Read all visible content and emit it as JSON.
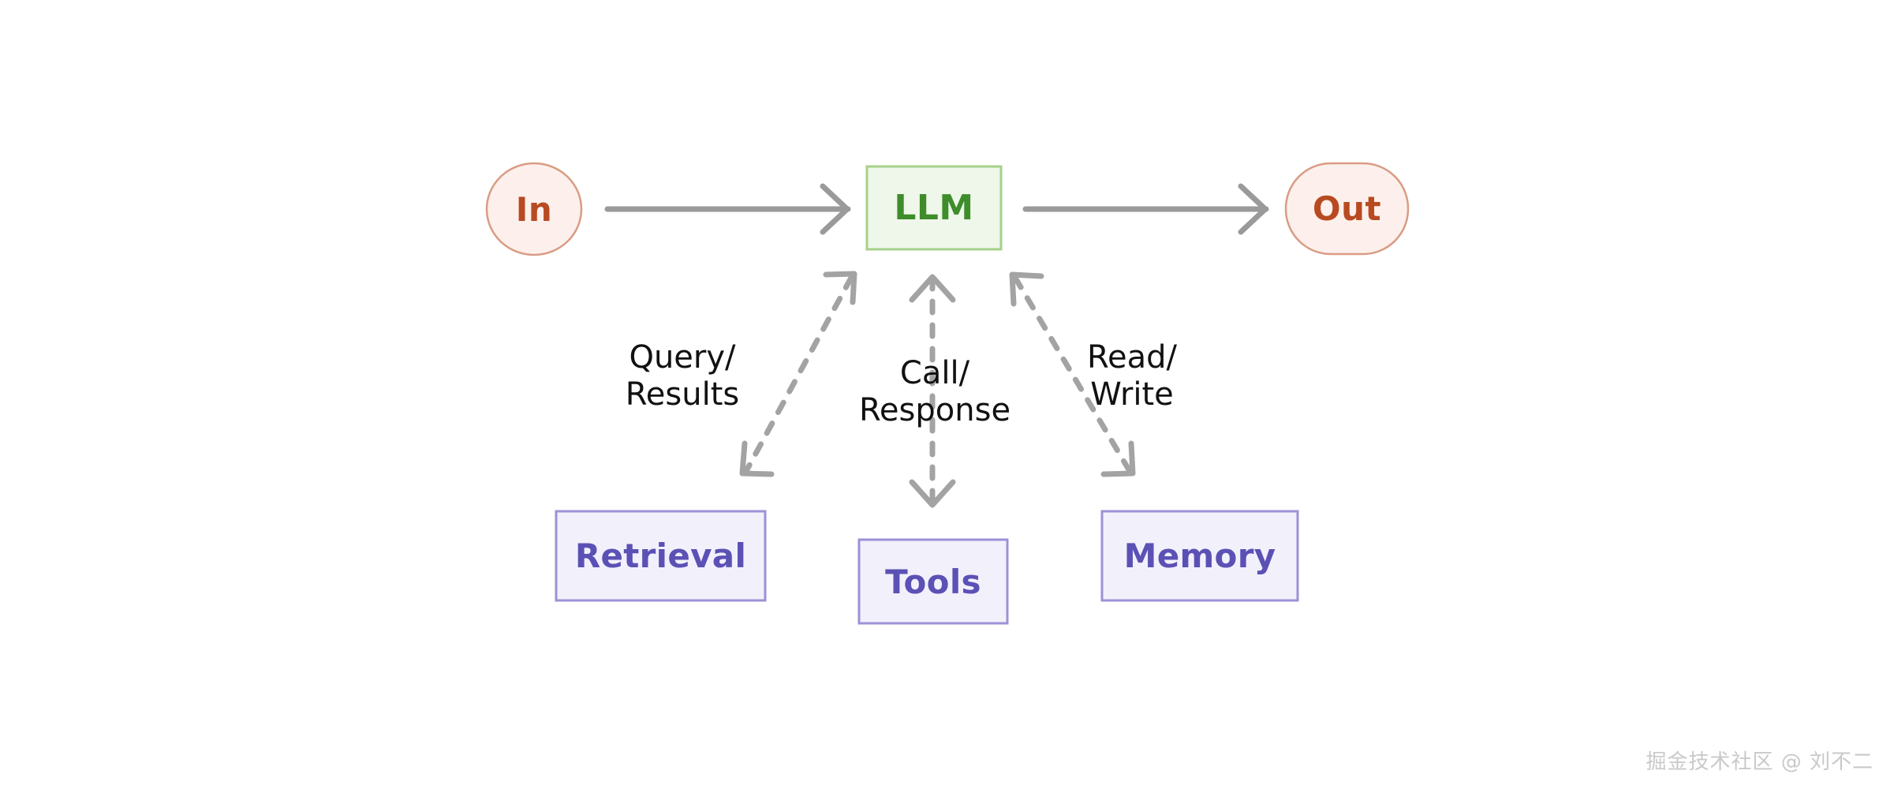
{
  "diagram": {
    "title": "LLM agent architecture",
    "background_color": "#ffffff",
    "nodes": {
      "input": {
        "label": "In",
        "shape": "ellipse",
        "fill": "#fdf0ec",
        "stroke": "#d99c84",
        "text_color": "#b84a22"
      },
      "llm": {
        "label": "LLM",
        "shape": "rectangle",
        "fill": "#eef7e9",
        "stroke": "#a6d18a",
        "text_color": "#3f8c2b"
      },
      "output": {
        "label": "Out",
        "shape": "stadium",
        "fill": "#fdf0ec",
        "stroke": "#d99c84",
        "text_color": "#b84a22"
      },
      "retrieval": {
        "label": "Retrieval",
        "shape": "rectangle",
        "fill": "#f2f0fb",
        "stroke": "#9b92d6",
        "text_color": "#5b51b5"
      },
      "tools": {
        "label": "Tools",
        "shape": "rectangle",
        "fill": "#f2f0fb",
        "stroke": "#9b92d6",
        "text_color": "#5b51b5"
      },
      "memory": {
        "label": "Memory",
        "shape": "rectangle",
        "fill": "#f2f0fb",
        "stroke": "#9b92d6",
        "text_color": "#5b51b5"
      }
    },
    "edges": [
      {
        "id": "in-to-llm",
        "from": "In",
        "to": "LLM",
        "label": "",
        "style": "solid",
        "direction": "forward",
        "color": "#9a9a9a"
      },
      {
        "id": "llm-to-out",
        "from": "LLM",
        "to": "Out",
        "label": "",
        "style": "solid",
        "direction": "forward",
        "color": "#9a9a9a"
      },
      {
        "id": "llm-retrieval",
        "from": "LLM",
        "to": "Retrieval",
        "label": "Query/\nResults",
        "style": "dashed",
        "direction": "both",
        "color": "#a3a3a3"
      },
      {
        "id": "llm-tools",
        "from": "LLM",
        "to": "Tools",
        "label": "Call/\nResponse",
        "style": "dashed",
        "direction": "both",
        "color": "#a3a3a3"
      },
      {
        "id": "llm-memory",
        "from": "LLM",
        "to": "Memory",
        "label": "Read/\nWrite",
        "style": "dashed",
        "direction": "both",
        "color": "#a3a3a3"
      }
    ]
  },
  "watermark": {
    "text": "掘金技术社区 @ 刘不二",
    "color": "#c9c9c9"
  }
}
